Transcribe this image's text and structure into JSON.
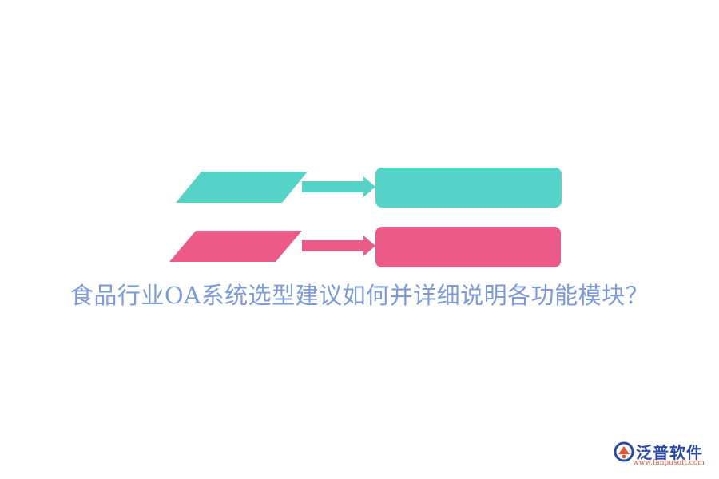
{
  "title": "食品行业OA系统选型建议如何并详细说明各功能模块？",
  "logo": {
    "name": "泛普软件",
    "url": "www.fanpusoft.com"
  },
  "colors": {
    "teal": "#56d3c8",
    "pink": "#ec5a87",
    "title": "#7d9bd9",
    "logo_blue": "#2b4aa8",
    "logo_orange": "#e0543a"
  },
  "diagram": {
    "rows": [
      {
        "color_key": "teal",
        "shapes": [
          "parallelogram-icon",
          "right-arrow-icon",
          "rounded-rectangle"
        ]
      },
      {
        "color_key": "pink",
        "shapes": [
          "parallelogram-icon",
          "right-arrow-icon",
          "rounded-rectangle"
        ]
      }
    ]
  }
}
